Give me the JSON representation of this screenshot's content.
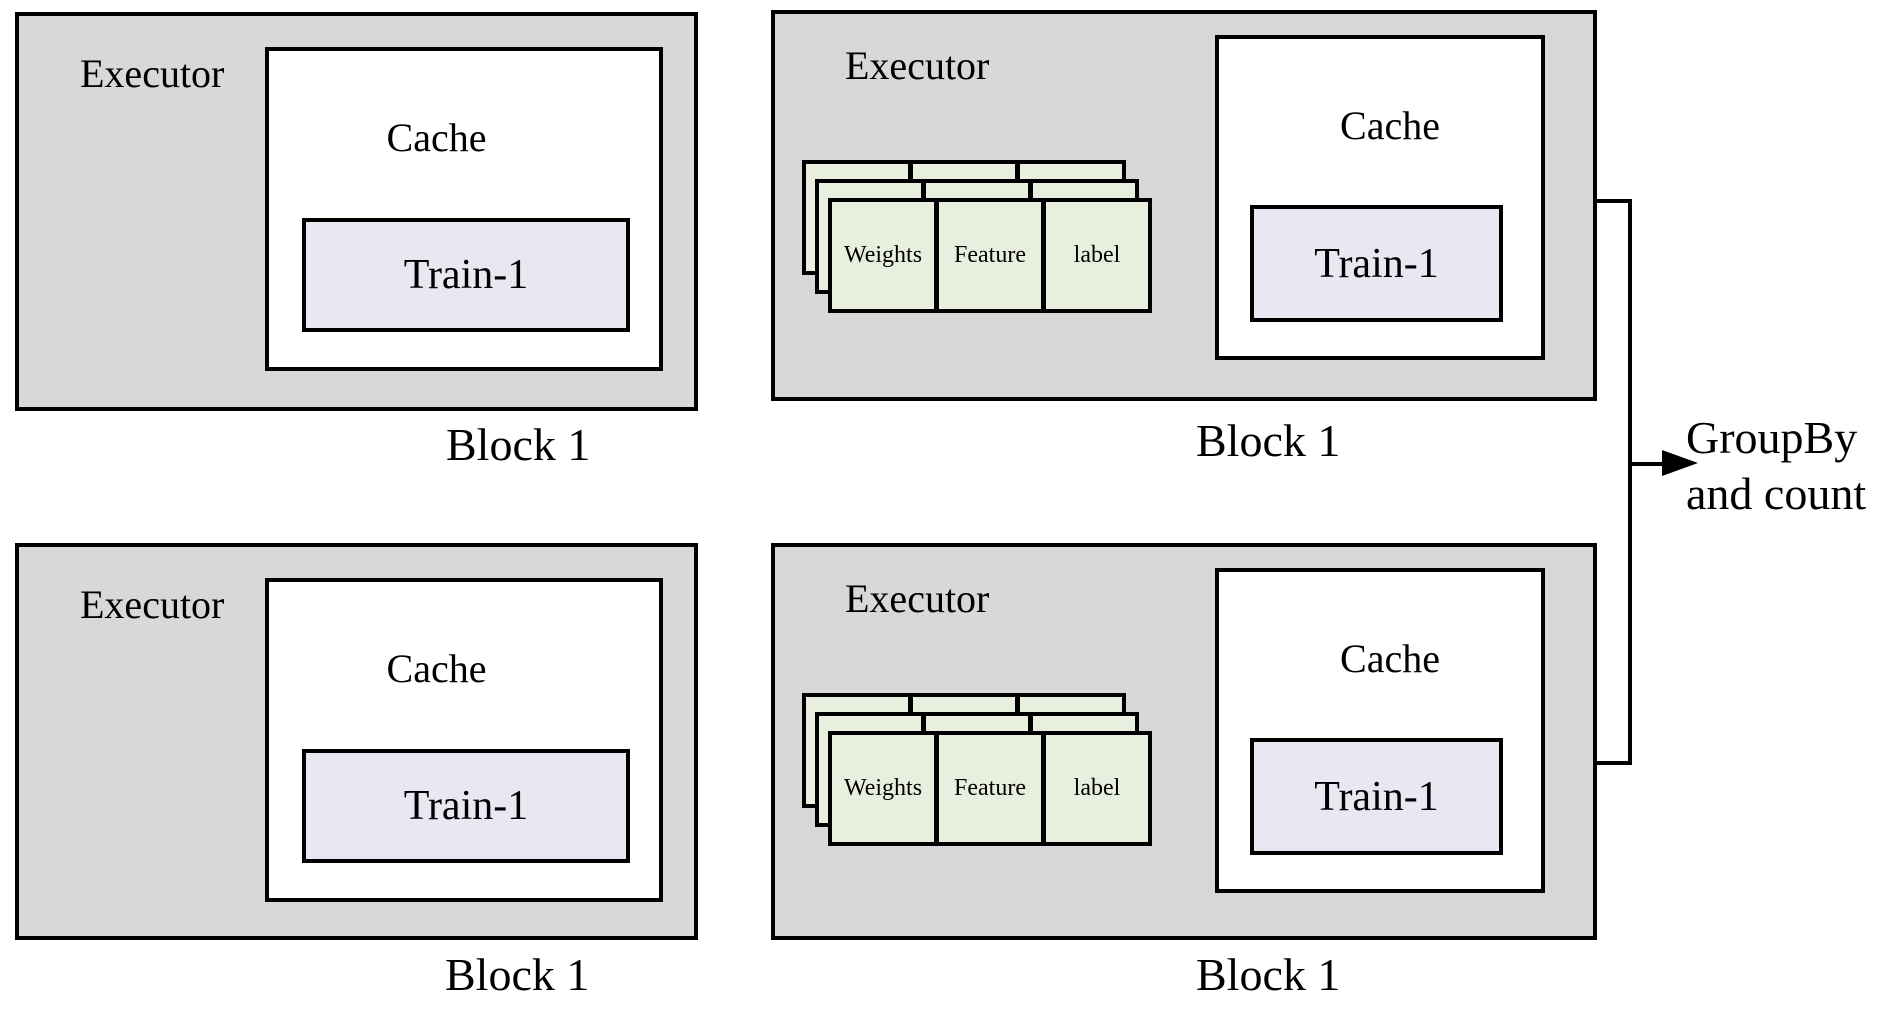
{
  "executors": [
    {
      "name": "Executor",
      "cache": "Cache",
      "train": "Train-1",
      "block": "Block 1"
    },
    {
      "name": "Executor",
      "cache": "Cache",
      "train": "Train-1",
      "block": "Block 1"
    },
    {
      "name": "Executor",
      "cache": "Cache",
      "train": "Train-1",
      "block": "Block 1"
    },
    {
      "name": "Executor",
      "cache": "Cache",
      "train": "Train-1",
      "block": "Block 1"
    }
  ],
  "cards": {
    "columns": [
      "Weights",
      "Feature",
      "label"
    ],
    "layers": 3
  },
  "connector": {
    "line1": "GroupBy",
    "line2": "and count"
  },
  "colors": {
    "background": "#ffffff",
    "executor_fill": "#d8d8d8",
    "cache_fill": "#ffffff",
    "card_fill": "#e9efde",
    "train_fill": "#eae7f2",
    "line": "#000000"
  }
}
